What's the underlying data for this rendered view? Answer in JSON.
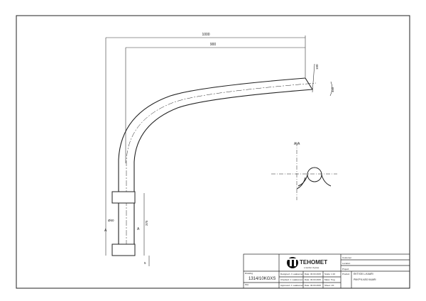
{
  "dimensions": {
    "overall_width": "1000",
    "arm_length": "900",
    "tip_height": "100",
    "angle": "4x5",
    "diameter": "Ø60",
    "section_marker": "A",
    "base_height": "375",
    "base_offset": "5"
  },
  "section": {
    "label": "A-A"
  },
  "title_block": {
    "logo_text": "TEHOMET",
    "logo_subtext": "a member of group",
    "customer_label": "Customer",
    "location_label": "Location",
    "project_label": "Project",
    "drawing_label": "Drawing",
    "drawing_number": "1314/10KGXS",
    "plot_label": "Plot",
    "designed": "Designed: J. Laaksonen",
    "checked": "Checked: J. Laaksonen",
    "approved": "Approved: J. Laaksonen",
    "date1": "Date: 30.03.2015",
    "date2": "Date: 30.03.2015",
    "date3": "Date: 30.03.2015",
    "scale": "Scale: 1:10",
    "mass": "Mass: 5 kg",
    "sheet": "Sheet: 1/1",
    "product_label": "Product",
    "product_code": "EKTV30 L-KAARI",
    "product_name": "PIIKPYLVÄS KAARI"
  }
}
